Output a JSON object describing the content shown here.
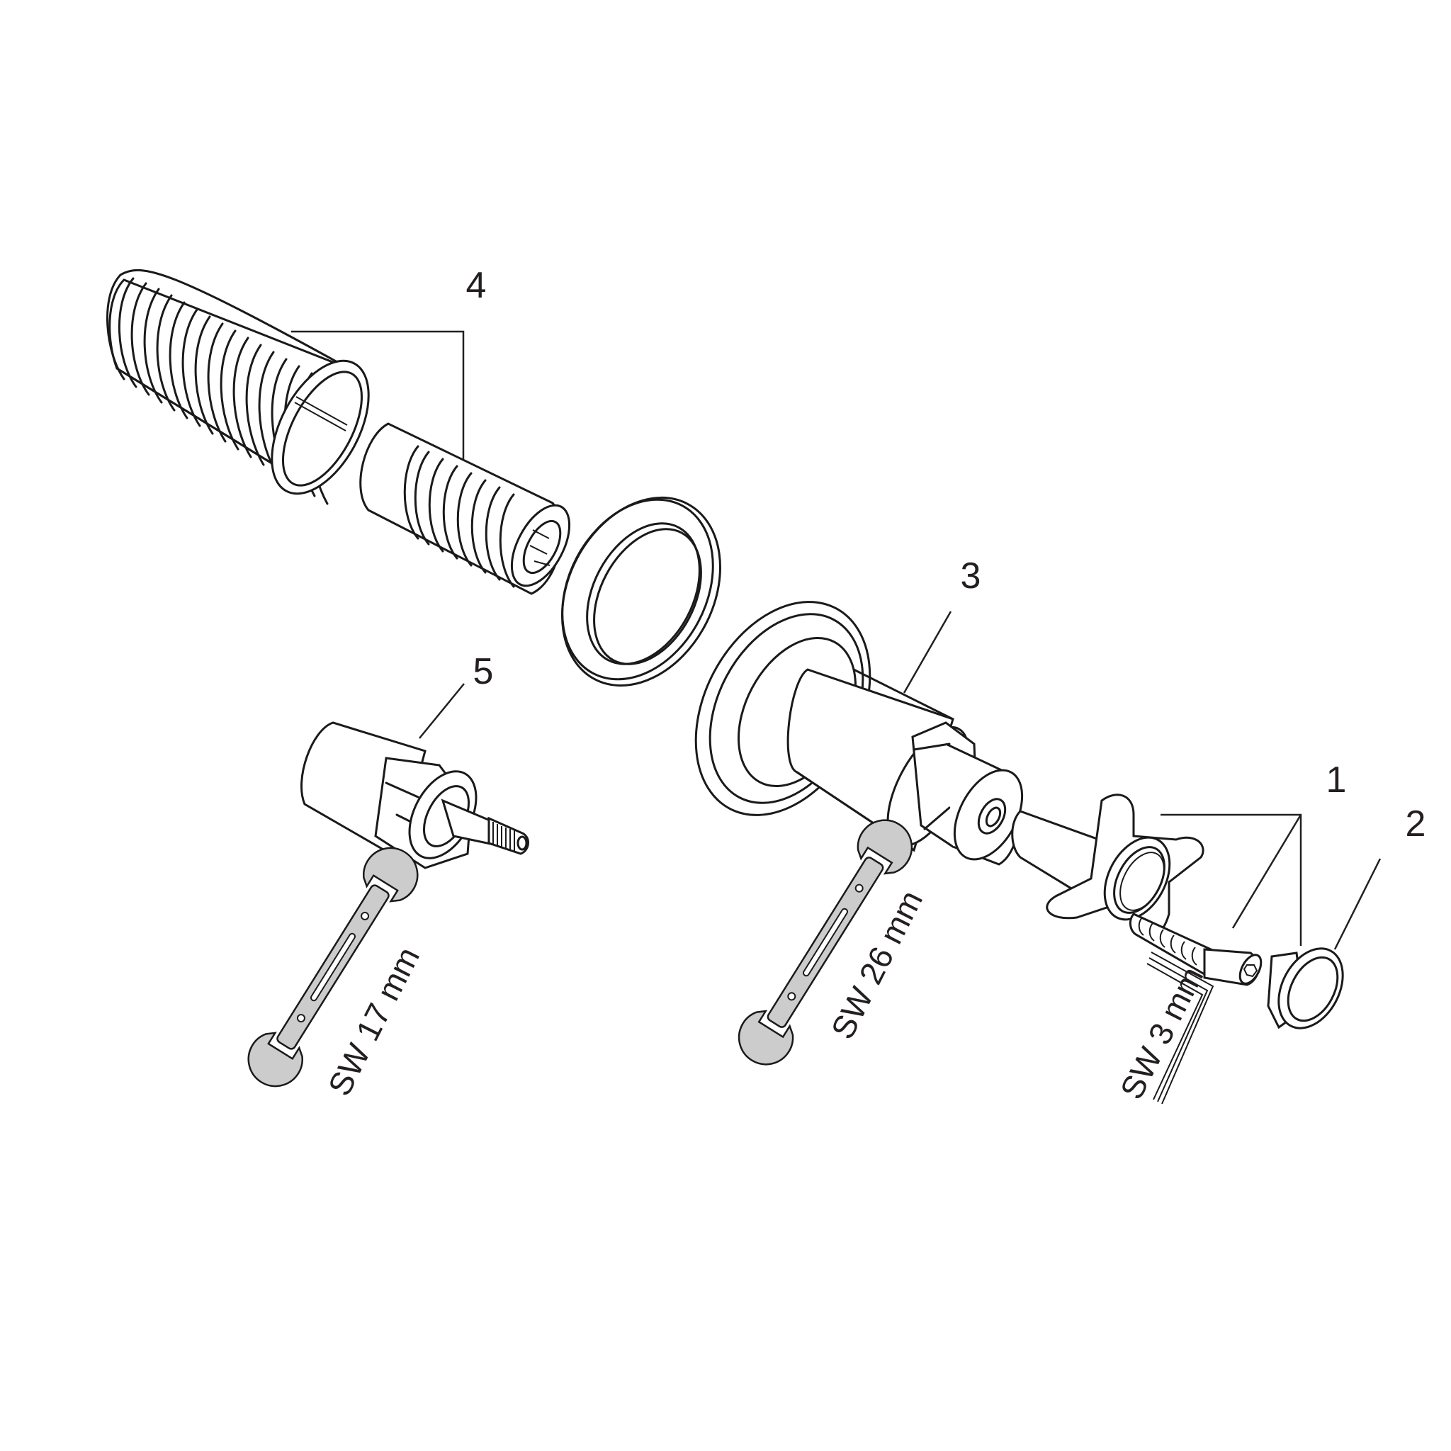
{
  "diagram": {
    "type": "exploded-parts-view",
    "subject": "concealed valve with cross handle",
    "background": "#ffffff",
    "line_color": "#1a1a1a",
    "tool_fill": "#cccccc"
  },
  "callouts": [
    {
      "id": "1",
      "label": "1",
      "part": "cross handle with screw and adapter"
    },
    {
      "id": "2",
      "label": "2",
      "part": "cover cap"
    },
    {
      "id": "3",
      "label": "3",
      "part": "rosette with sleeve and hex nut"
    },
    {
      "id": "4",
      "label": "4",
      "part": "extension set (threaded sleeve + spindle extension)"
    },
    {
      "id": "5",
      "label": "5",
      "part": "valve cartridge"
    }
  ],
  "tools": [
    {
      "id": "wrench-17",
      "label": "SW 17 mm",
      "type": "open-end wrench"
    },
    {
      "id": "wrench-26",
      "label": "SW 26 mm",
      "type": "open-end wrench"
    },
    {
      "id": "hex-key-3",
      "label": "SW 3 mm",
      "type": "hex key"
    }
  ]
}
